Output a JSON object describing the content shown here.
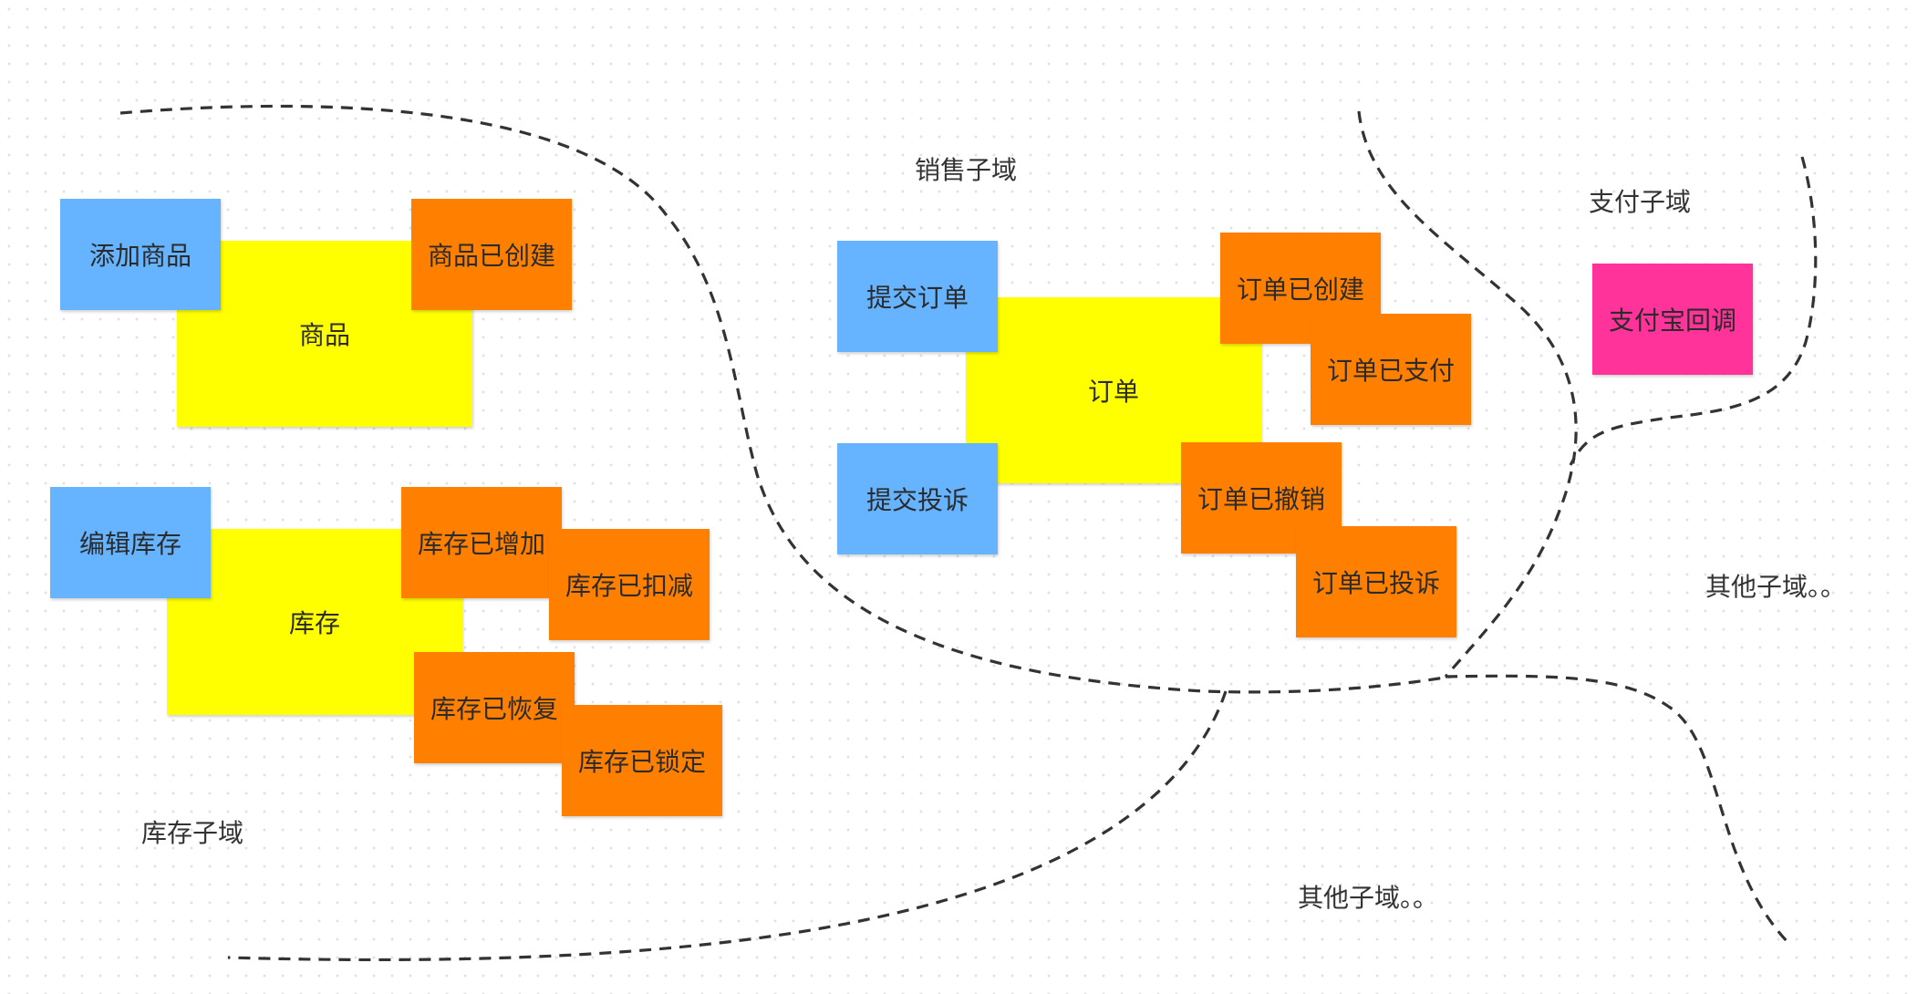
{
  "colors": {
    "entity": "#ffff00",
    "command": "#66b3ff",
    "event": "#ff8000",
    "policy": "#ff3399",
    "boundary": "#333333"
  },
  "inventory": {
    "product_entity": "商品",
    "inventory_entity": "库存",
    "add_product_command": "添加商品",
    "edit_inventory_command": "编辑库存",
    "product_created_event": "商品已创建",
    "inventory_increased_event": "库存已增加",
    "inventory_deducted_event": "库存已扣减",
    "inventory_restored_event": "库存已恢复",
    "inventory_locked_event": "库存已锁定",
    "subdomain_label": "库存子域"
  },
  "sales": {
    "subdomain_label": "销售子域",
    "order_entity": "订单",
    "submit_order_command": "提交订单",
    "submit_complaint_command": "提交投诉",
    "order_created_event": "订单已创建",
    "order_paid_event": "订单已支付",
    "order_cancelled_event": "订单已撤销",
    "order_complained_event": "订单已投诉"
  },
  "payment": {
    "subdomain_label": "支付子域",
    "alipay_callback_policy": "支付宝回调"
  },
  "other": {
    "other_subdomain_label_right": "其他子域。。",
    "other_subdomain_label_bottom": "其他子域。。"
  }
}
